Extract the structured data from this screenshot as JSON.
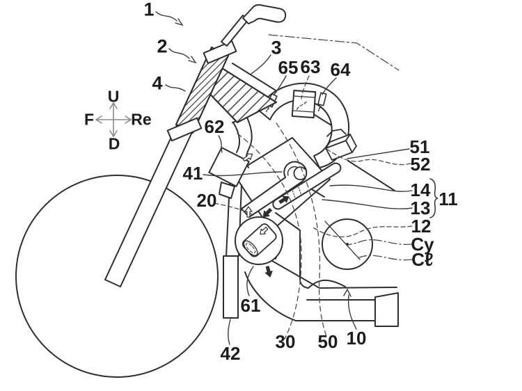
{
  "figure": {
    "kind": "patent-line-drawing",
    "subject": "motorcycle front fork and intake diagram"
  },
  "colors": {
    "background": "#ffffff",
    "line": "#2e2e2e",
    "leader": "#3a3a3a",
    "phantom": "#4a4a4a",
    "compass_arrow": "#8a8a8a",
    "label_text": "#1c1c1c"
  },
  "compass": {
    "up_label": "U",
    "down_label": "D",
    "front_label": "F",
    "rear_label": "Re"
  },
  "reference_labels": {
    "r1": "1",
    "r2": "2",
    "r3": "3",
    "r4": "4",
    "r10": "10",
    "r11": "11",
    "r12": "12",
    "r13": "13",
    "r14": "14",
    "r20": "20",
    "r30": "30",
    "r41": "41",
    "r42": "42",
    "r50": "50",
    "r51": "51",
    "r52": "52",
    "r61": "61",
    "r62": "62",
    "r63": "63",
    "r64": "64",
    "r65": "65",
    "rCy": "Cy",
    "rCl": "Cℓ"
  }
}
